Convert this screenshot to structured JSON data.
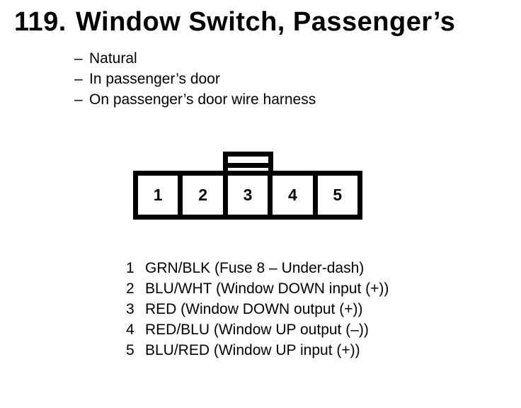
{
  "header": {
    "item_number": "119.",
    "title": "Window Switch, Passenger’s"
  },
  "attributes": [
    {
      "dash": "–",
      "text": "Natural"
    },
    {
      "dash": "–",
      "text": "In passenger’s door"
    },
    {
      "dash": "–",
      "text": "On passenger’s door wire harness"
    }
  ],
  "connector": {
    "cavities": [
      "1",
      "2",
      "3",
      "4",
      "5"
    ]
  },
  "pin_list": [
    {
      "pin": "1",
      "description": "GRN/BLK (Fuse 8 – Under-dash)"
    },
    {
      "pin": "2",
      "description": "BLU/WHT (Window DOWN input (+))"
    },
    {
      "pin": "3",
      "description": "RED (Window DOWN output (+))"
    },
    {
      "pin": "4",
      "description": "RED/BLU (Window UP output (–))"
    },
    {
      "pin": "5",
      "description": "BLU/RED (Window UP input (+))"
    }
  ],
  "colors": {
    "ink": "#000000",
    "paper": "#ffffff"
  }
}
